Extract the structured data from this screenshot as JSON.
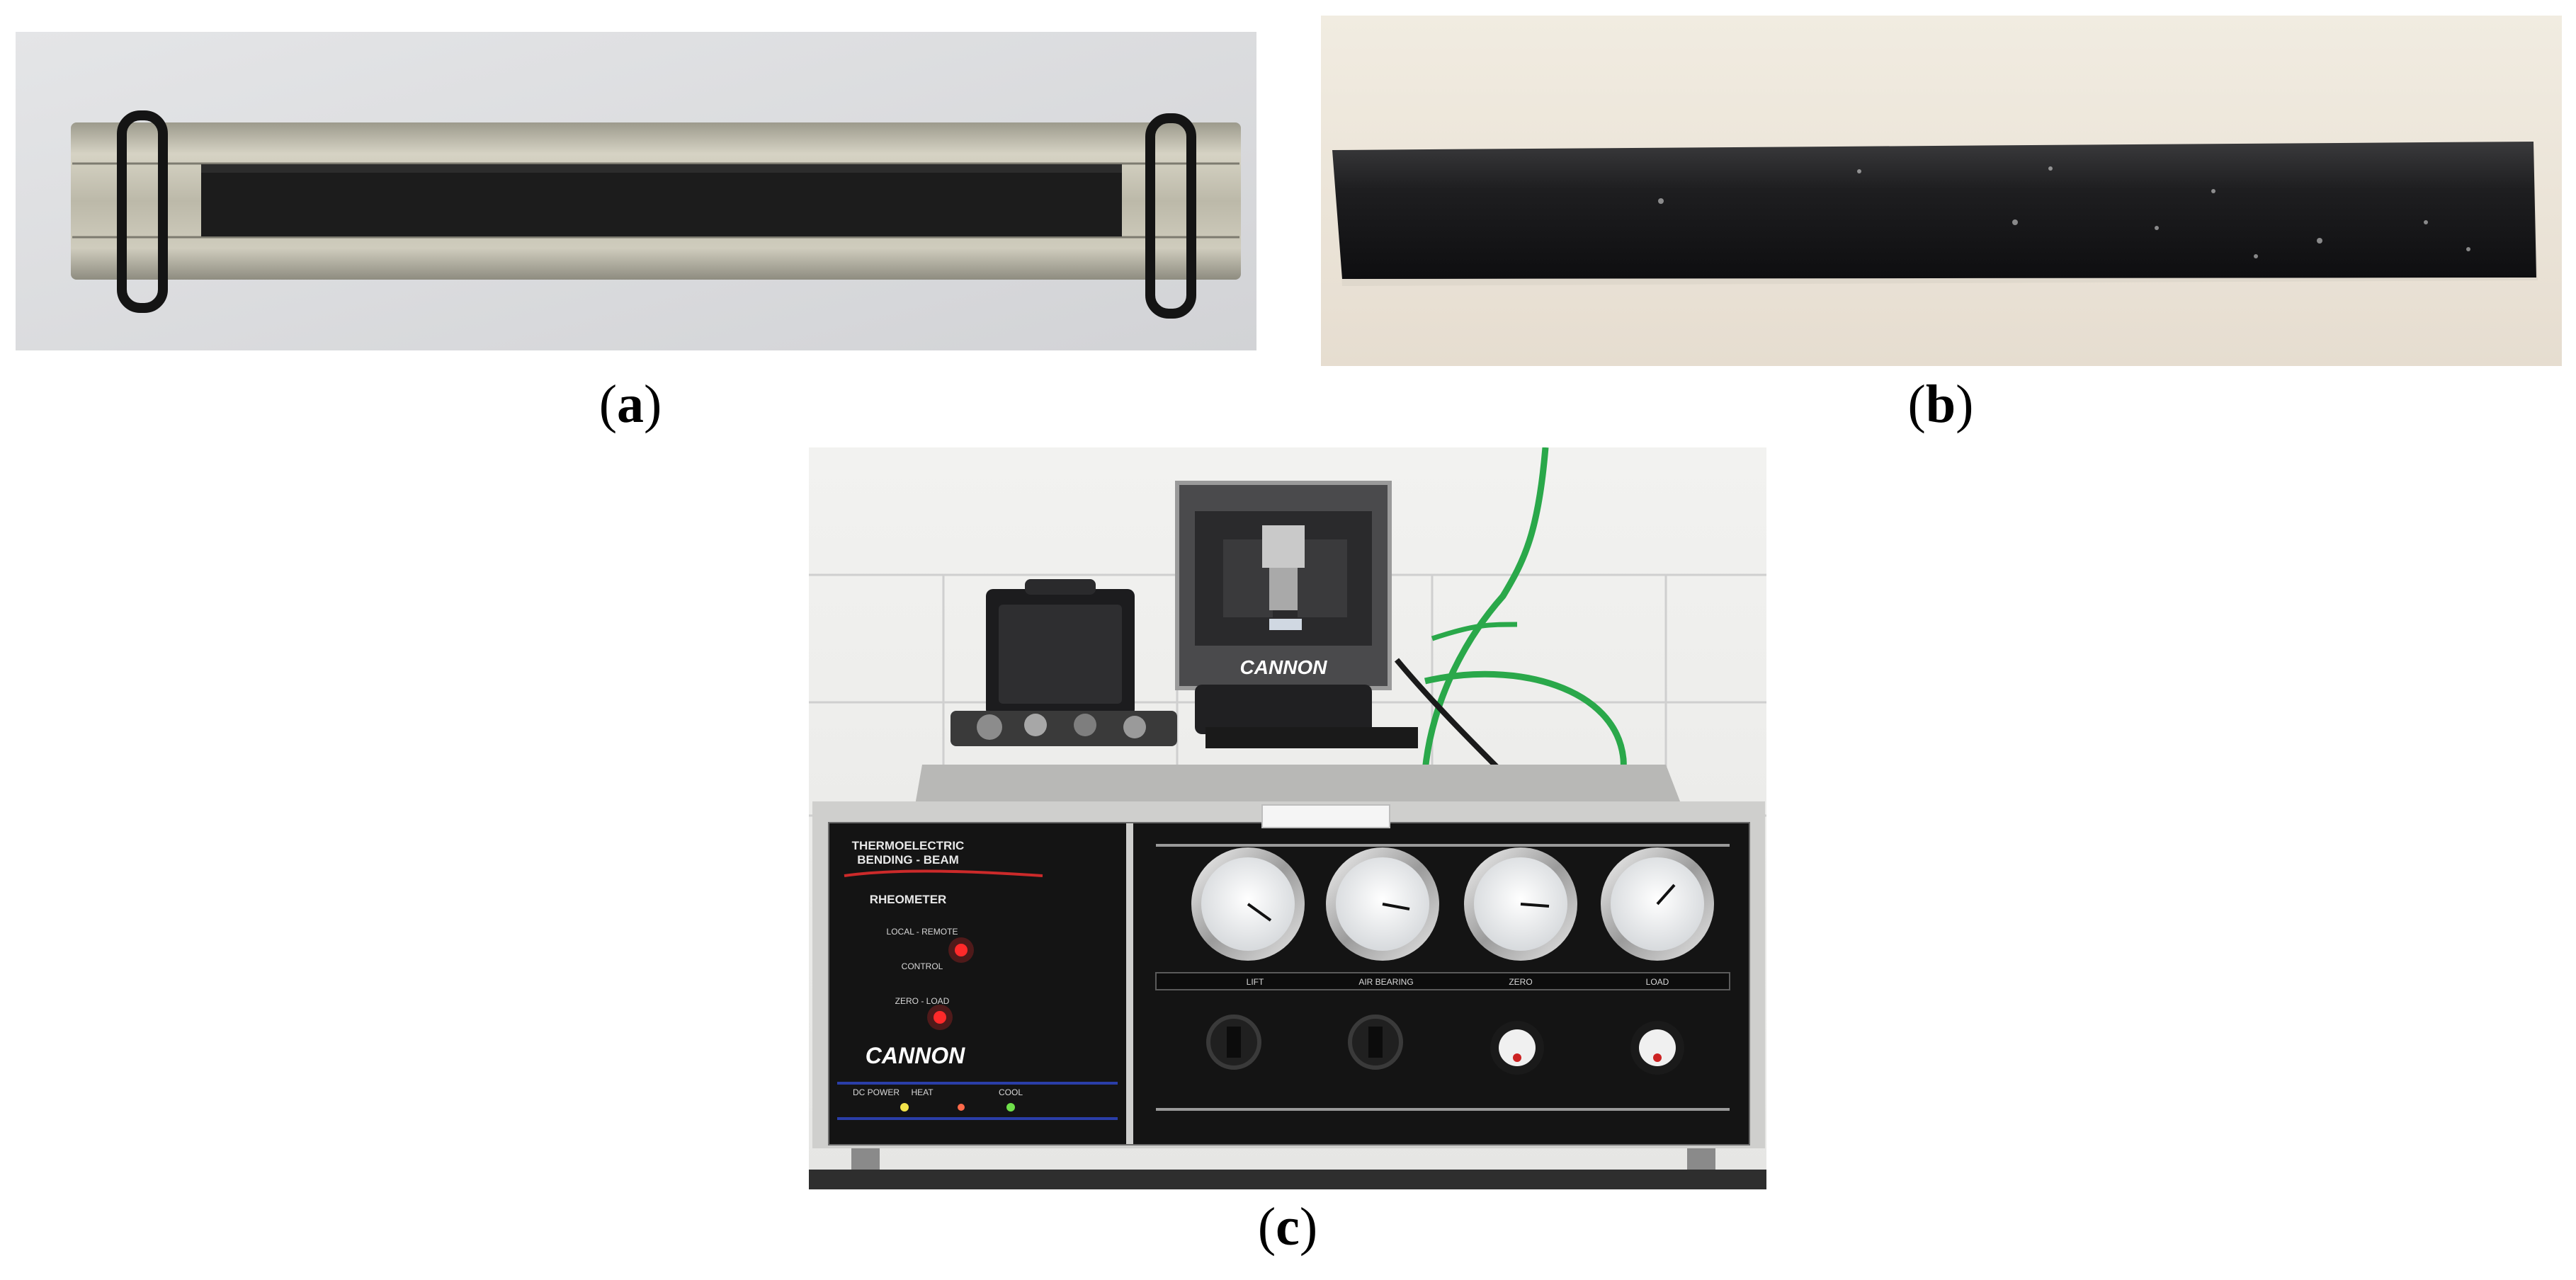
{
  "panels": [
    {
      "id": "a",
      "caption_letter": "a",
      "subject": "steel bending-beam specimen mold with asphalt beam"
    },
    {
      "id": "b",
      "caption_letter": "b",
      "subject": "demolded asphalt binder beam"
    },
    {
      "id": "c",
      "caption_letter": "c",
      "subject": "bending beam rheometer instrument"
    }
  ],
  "instrument": {
    "panel_title_line1": "THERMOELECTRIC",
    "panel_title_line2": "BENDING - BEAM",
    "panel_subtitle": "RHEOMETER",
    "switch1_label": "LOCAL - REMOTE",
    "switch1_sub": "CONTROL",
    "switch2_label": "ZERO - LOAD",
    "brand": "CANNON",
    "indicator_labels": [
      "DC POWER",
      "HEAT",
      "COOL"
    ],
    "gauge_labels": [
      "LIFT",
      "AIR BEARING",
      "ZERO",
      "LOAD"
    ]
  },
  "colors": {
    "mold_steel": "#b9b6a6",
    "asphalt": "#1a1a1a",
    "panel_black": "#141414",
    "led_red": "#ff2a2a",
    "led_yellow": "#f2e34a",
    "led_green": "#6fe04a",
    "hose_green": "#2aa84a"
  }
}
